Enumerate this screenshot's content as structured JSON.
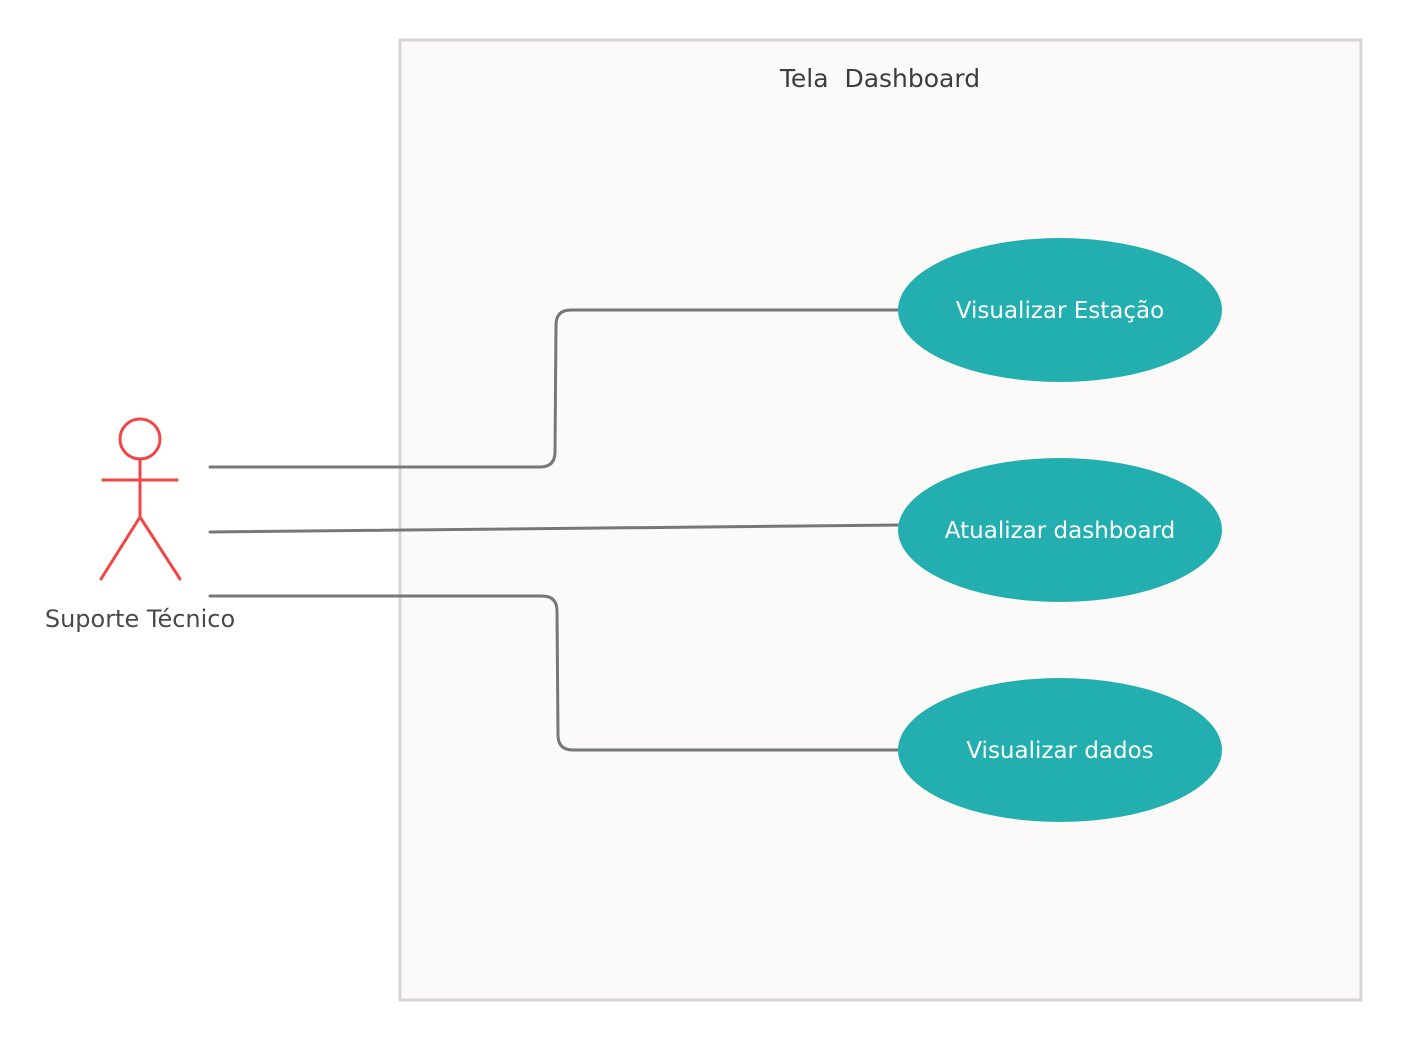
{
  "system": {
    "title": "Tela  Dashboard"
  },
  "actor": {
    "name": "Suporte Técnico",
    "color": "#f04645"
  },
  "use_cases": [
    {
      "label": "Visualizar Estação"
    },
    {
      "label": "Atualizar dashboard"
    },
    {
      "label": "Visualizar dados"
    }
  ],
  "colors": {
    "use_case_fill": "#23afaf",
    "connector": "#777777",
    "boundary_fill": "#fbfaf8",
    "boundary_stroke": "#d6d6d6"
  }
}
